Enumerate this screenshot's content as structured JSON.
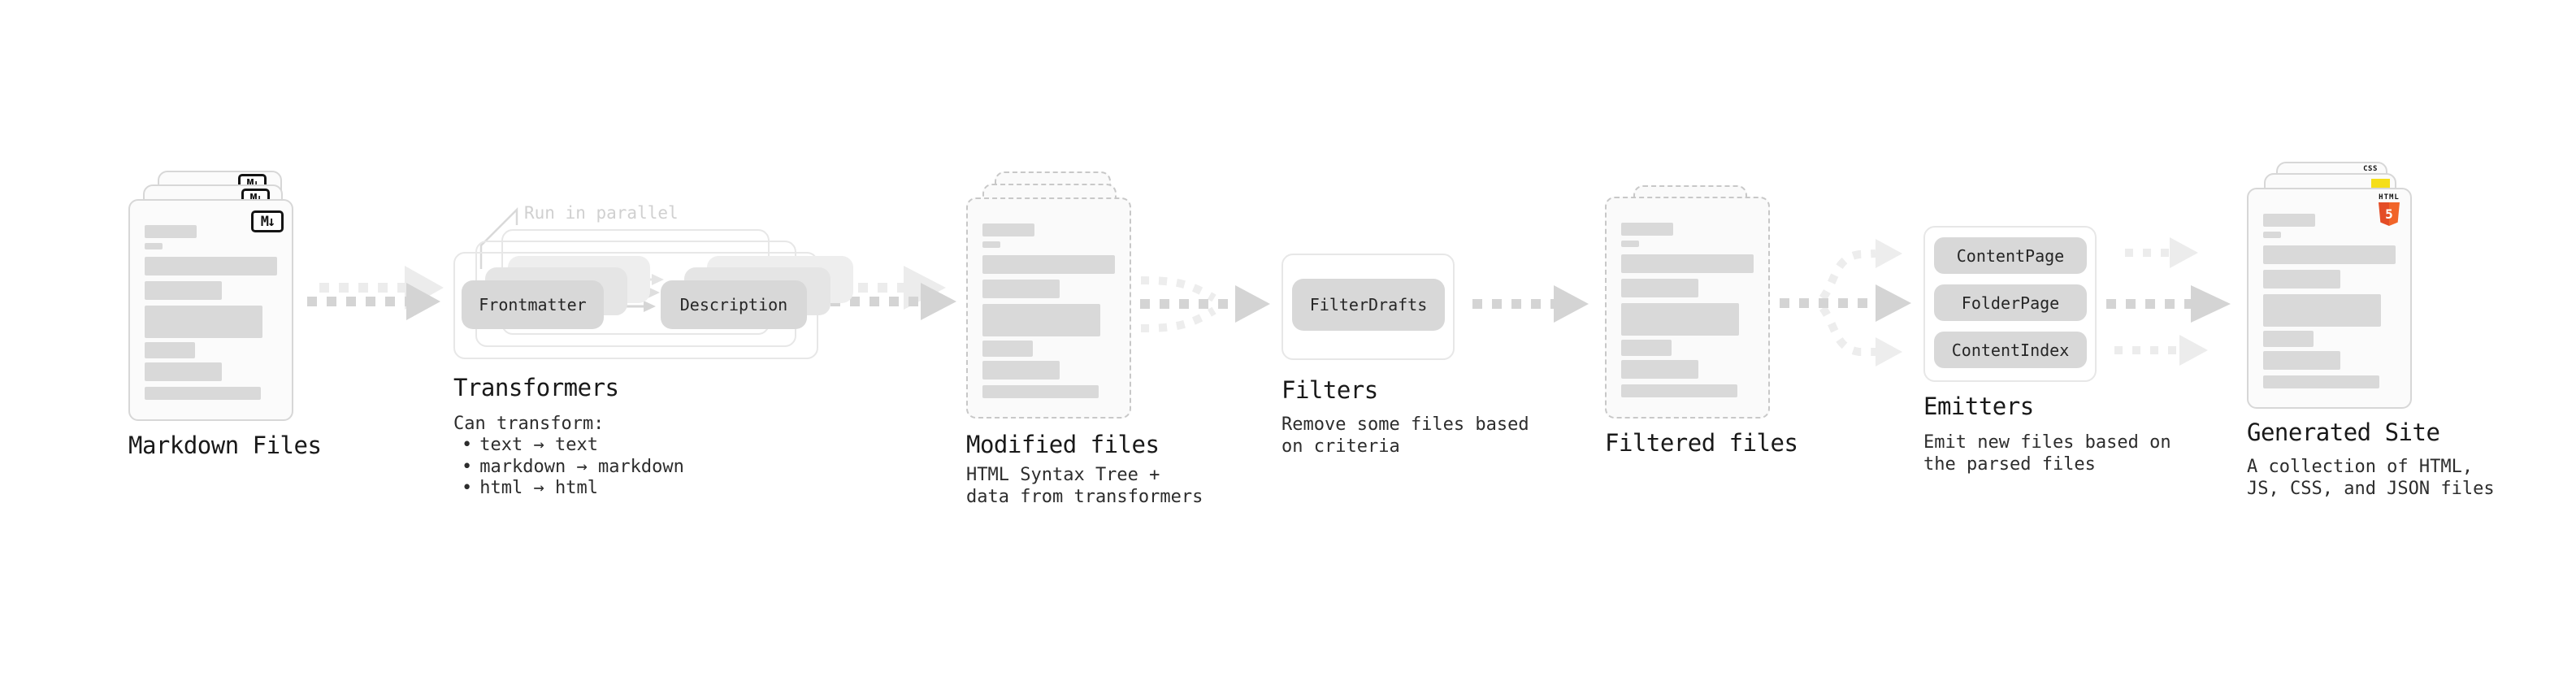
{
  "diagram": {
    "title_implicit": "Static site generation pipeline",
    "stages": {
      "markdown_files": {
        "label": "Markdown Files"
      },
      "transformers": {
        "label": "Transformers",
        "annotation": "Run in parallel",
        "box_left": "Frontmatter",
        "box_right": "Description",
        "desc_heading": "Can transform:",
        "list_bullet": "•",
        "bullets": [
          "text → text",
          "markdown → markdown",
          "html → html"
        ]
      },
      "modified_files": {
        "label": "Modified files",
        "desc_lines": [
          "HTML Syntax Tree +",
          "data from transformers"
        ]
      },
      "filters": {
        "label": "Filters",
        "box": "FilterDrafts",
        "desc_lines": [
          "Remove some files based",
          "on criteria"
        ]
      },
      "filtered_files": {
        "label": "Filtered files"
      },
      "emitters": {
        "label": "Emitters",
        "boxes": [
          "ContentPage",
          "FolderPage",
          "ContentIndex"
        ],
        "desc_lines": [
          "Emit new files based on",
          "the parsed files"
        ]
      },
      "generated_site": {
        "label": "Generated Site",
        "desc_lines": [
          "A collection of HTML,",
          "JS, CSS, and JSON files"
        ]
      }
    },
    "badges": {
      "markdown": "M↓",
      "css_word": "CSS",
      "html_word": "HTML",
      "html_number": "5"
    },
    "colors": {
      "css_blue": "#2965f1",
      "js_yellow": "#f5de19",
      "html5_orange": "#e44d26",
      "html5_orange_light": "#f16529",
      "bar_gray": "#d9d9d9",
      "box_gray": "#d8d8d8",
      "arrow_dark": "#d4d4d4",
      "arrow_light": "#ececec",
      "annotation_gray": "#d0d0d0"
    }
  }
}
